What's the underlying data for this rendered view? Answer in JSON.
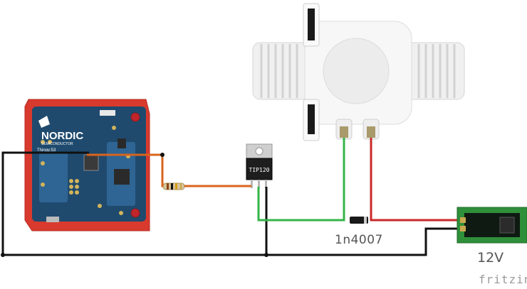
{
  "board": {
    "brand": "NORDIC",
    "subtitle": "SEMICONDUCTOR",
    "model": "Thingy:53"
  },
  "transistor": {
    "part": "TIP120"
  },
  "diode": {
    "part": "1n4007"
  },
  "power": {
    "voltage": "12V"
  },
  "watermark": "fritzing",
  "colors": {
    "board_red": "#d93a2e",
    "pcb_blue": "#1f4a6e",
    "wire_black": "#111111",
    "wire_green": "#35b54a",
    "wire_red": "#c8282a",
    "wire_orange": "#d9641e",
    "jack_green": "#2f8f3a"
  }
}
